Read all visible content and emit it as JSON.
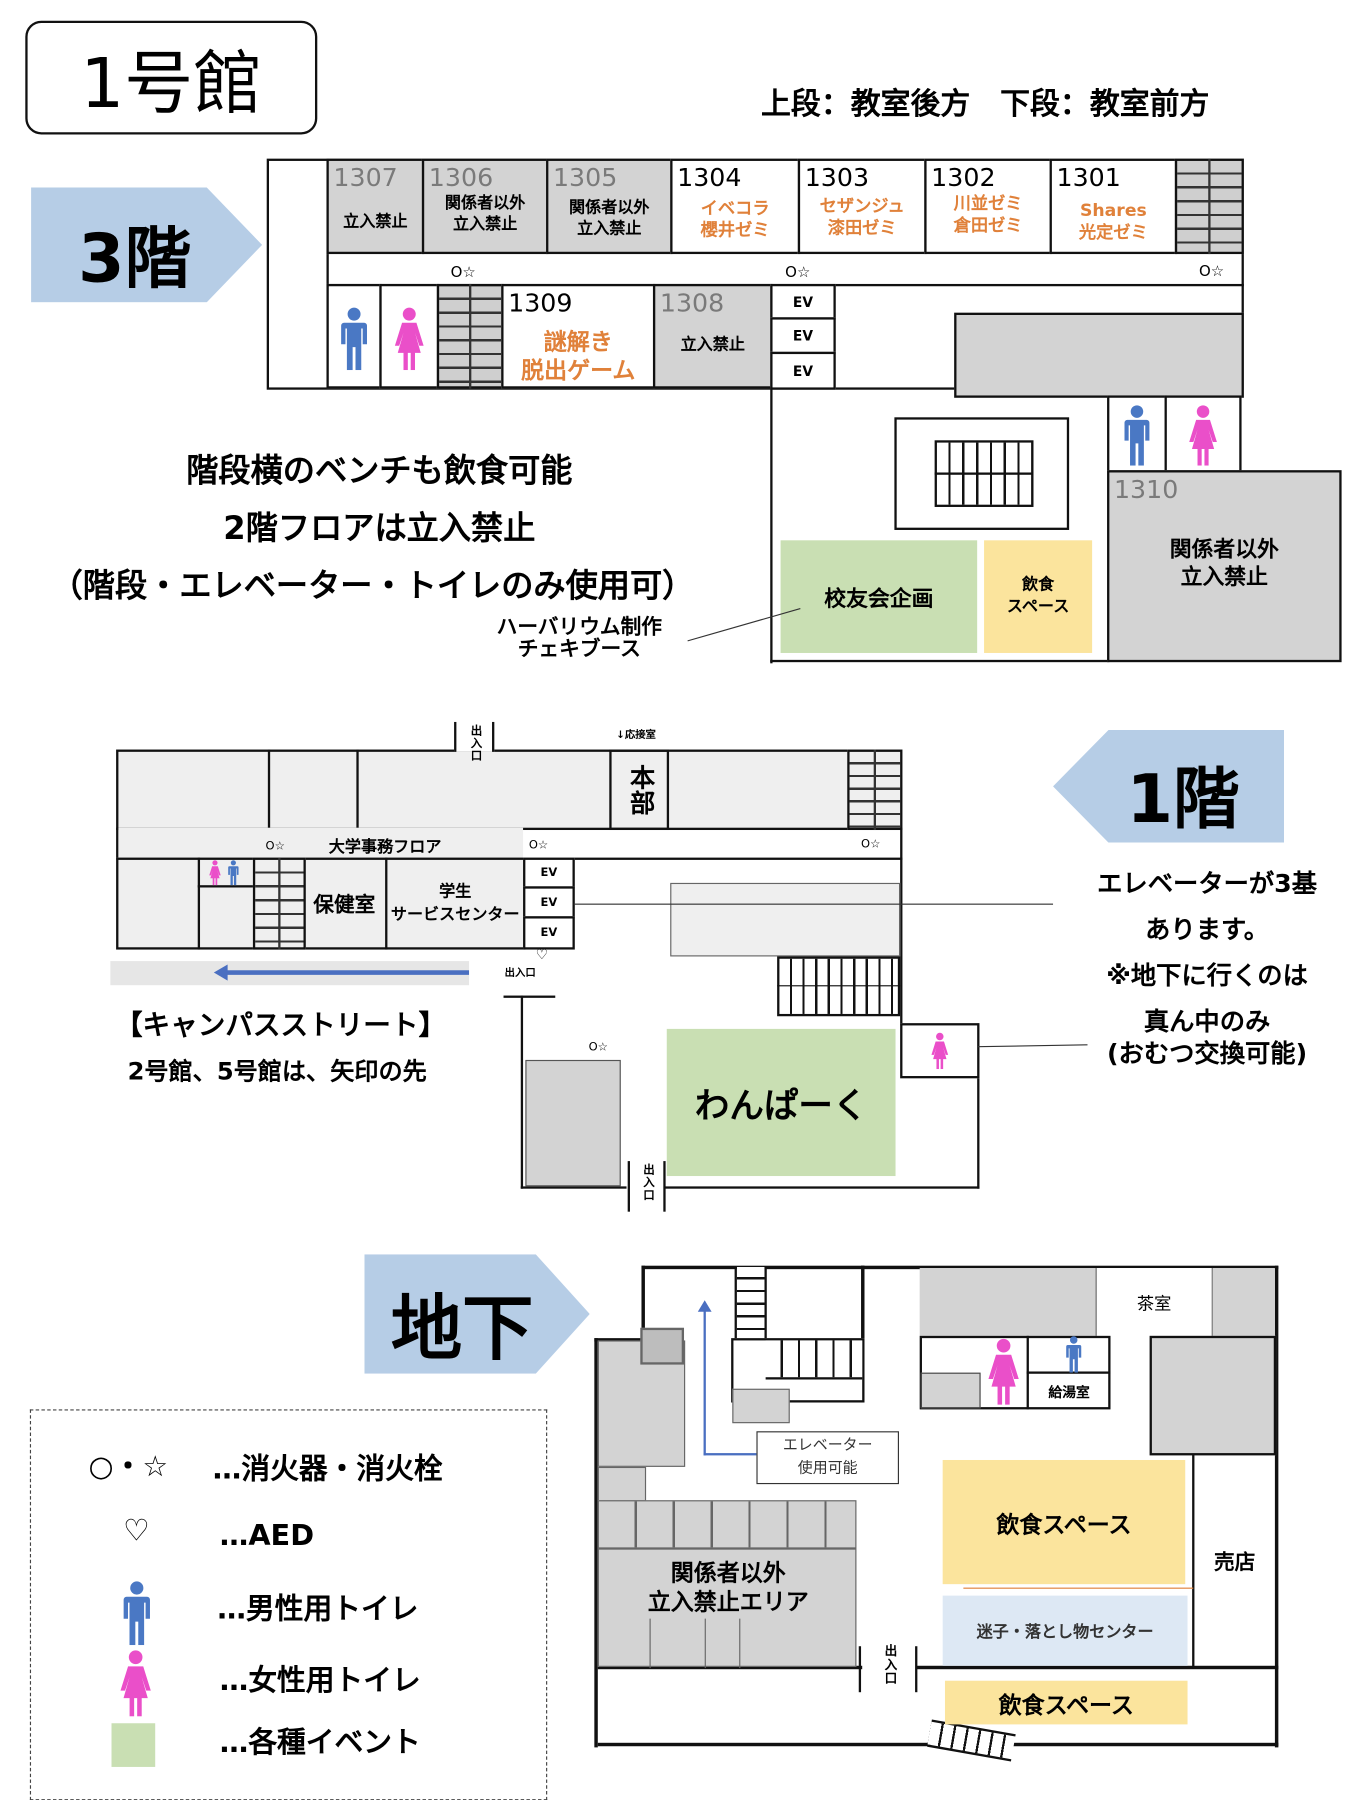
{
  "title": "1号館",
  "header_note": "上段：教室後方　下段：教室前方",
  "colors": {
    "event": "#c9dfb3",
    "food": "#fbe49d",
    "arrow": "#b6cde6",
    "male": "#4a78c4",
    "female": "#ea4fc9",
    "orange": "#e0813a"
  },
  "floor3": {
    "label": "3階",
    "rooms_top": [
      {
        "num": "1307",
        "l1": "立入禁止",
        "l2": ""
      },
      {
        "num": "1306",
        "l1": "関係者以外",
        "l2": "立入禁止"
      },
      {
        "num": "1305",
        "l1": "関係者以外",
        "l2": "立入禁止"
      },
      {
        "num": "1304",
        "l1": "イベコラ",
        "l2": "櫻井ゼミ"
      },
      {
        "num": "1303",
        "l1": "セザンジュ",
        "l2": "漆田ゼミ"
      },
      {
        "num": "1302",
        "l1": "川並ゼミ",
        "l2": "倉田ゼミ"
      },
      {
        "num": "1301",
        "l1": "Shares",
        "l2": "光定ゼミ"
      }
    ],
    "extinguisher": "O☆",
    "room_1309": {
      "num": "1309",
      "l1": "謎解き",
      "l2": "脱出ゲーム"
    },
    "room_1308": {
      "num": "1308",
      "l1": "立入禁止"
    },
    "ev": "EV",
    "room_1310": {
      "num": "1310",
      "l1": "関係者以外",
      "l2": "立入禁止"
    },
    "event_area": "校友会企画",
    "food_l1": "飲食",
    "food_l2": "スペース",
    "event_note_l1": "ハーバリウム制作",
    "event_note_l2": "チェキブース",
    "notes": [
      "階段横のベンチも飲食可能",
      "2階フロアは立入禁止",
      "（階段・エレベーター・トイレのみ使用可）"
    ]
  },
  "floor1": {
    "label": "1階",
    "entrance": "出入口",
    "reception": "↓応接室",
    "honbu": "本部",
    "corridor": "大学事務フロア",
    "extinguisher": "O☆",
    "health": "保健室",
    "student_l1": "学生",
    "student_l2": "サービスセンター",
    "ev": "EV",
    "aed": "♡",
    "wanpark": "わんぱーく",
    "street_title": "【キャンパスストリート】",
    "street_note": "2号館、5号館は、矢印の先",
    "right_notes": [
      "エレベーターが3基",
      "あります。",
      "※地下に行くのは",
      "真ん中のみ",
      "(おむつ交換可能)"
    ]
  },
  "basement": {
    "label": "地下",
    "tea": "茶室",
    "kyuto": "給湯室",
    "elevator_l1": "エレベーター",
    "elevator_l2": "使用可能",
    "restricted_l1": "関係者以外",
    "restricted_l2": "立入禁止エリア",
    "food": "飲食スペース",
    "food2": "飲食スペース",
    "lost": "迷子・落とし物センター",
    "shop": "売店",
    "entrance": "出入口"
  },
  "legend": [
    {
      "icon": "○・☆",
      "text": "…消火器・消火栓"
    },
    {
      "icon": "♡",
      "text": "…AED"
    },
    {
      "icon": "male",
      "text": "…男性用トイレ"
    },
    {
      "icon": "female",
      "text": "…女性用トイレ"
    },
    {
      "icon": "event",
      "text": "…各種イベント"
    }
  ]
}
